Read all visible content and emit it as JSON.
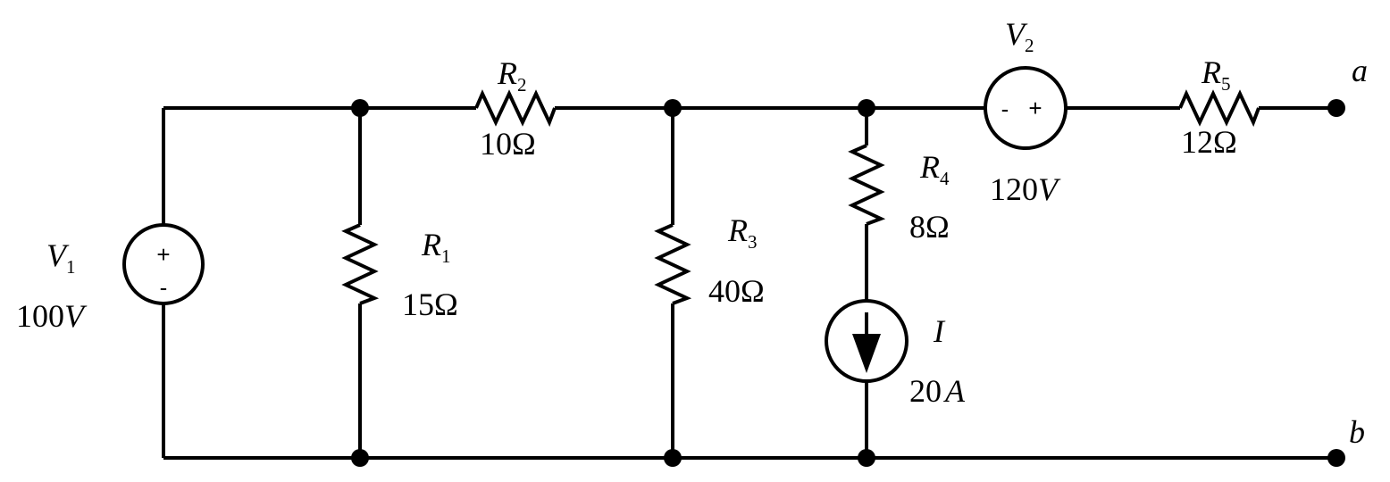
{
  "colors": {
    "line": "#000000",
    "background": "#ffffff"
  },
  "components": {
    "V1": {
      "letter": "V",
      "index": "1",
      "value": "100",
      "unit": "V",
      "plus": "+",
      "minus": "-"
    },
    "R1": {
      "letter": "R",
      "index": "1",
      "value": "15Ω"
    },
    "R2": {
      "letter": "R",
      "index": "2",
      "value": "10Ω"
    },
    "R3": {
      "letter": "R",
      "index": "3",
      "value": "40Ω"
    },
    "R4": {
      "letter": "R",
      "index": "4",
      "value": "8Ω"
    },
    "I": {
      "letter": "I",
      "value": "20",
      "unit": "A"
    },
    "V2": {
      "letter": "V",
      "index": "2",
      "value": "120",
      "unit": "V",
      "plus": "+",
      "minus": "-"
    },
    "R5": {
      "letter": "R",
      "index": "5",
      "value": "12Ω"
    }
  },
  "terminals": {
    "a": "a",
    "b": "b"
  }
}
